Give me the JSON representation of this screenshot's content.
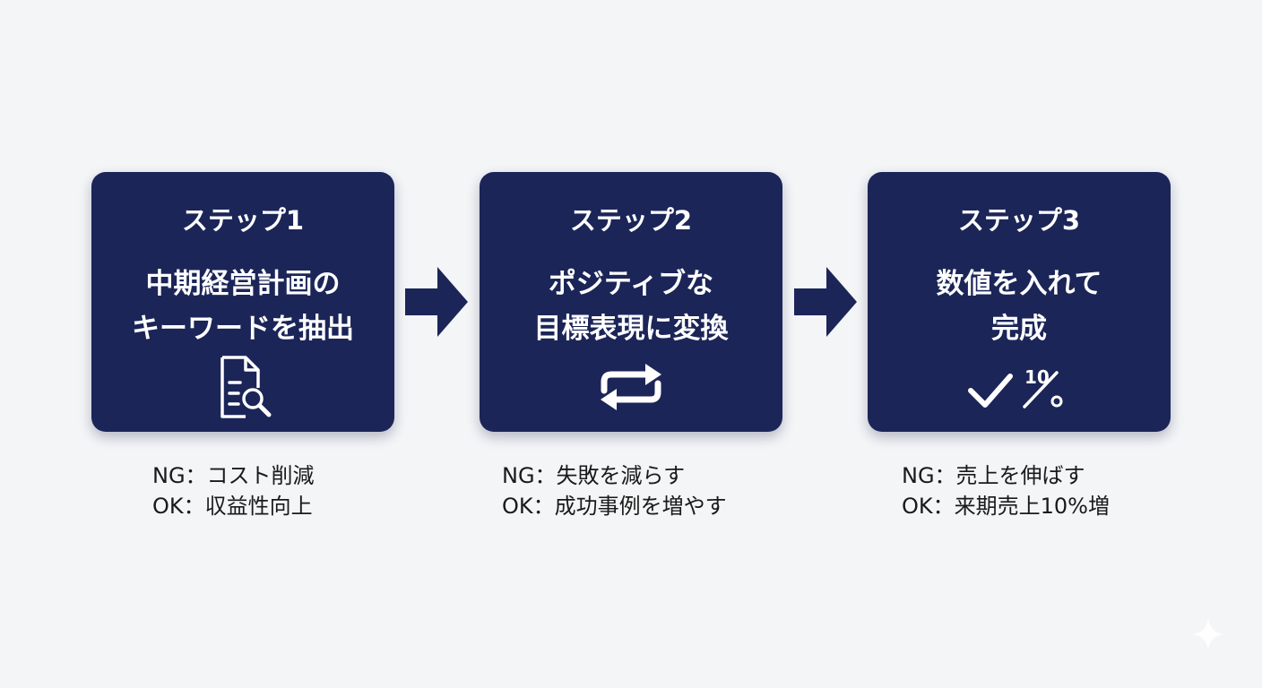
{
  "steps": [
    {
      "label": "ステップ1",
      "title_lines": [
        "中期経営計画の",
        "キーワードを抽出"
      ],
      "icon": "document-search-icon",
      "ng": "NG：コスト削減",
      "ok": "OK：収益性向上"
    },
    {
      "label": "ステップ2",
      "title_lines": [
        "ポジティブな",
        "目標表現に変換"
      ],
      "icon": "repeat-arrows-icon",
      "ng": "NG：失敗を減らす",
      "ok": "OK：成功事例を増やす"
    },
    {
      "label": "ステップ3",
      "title_lines": [
        "数値を入れて",
        "完成"
      ],
      "icon": "check-percent-icon",
      "icon_text": "10",
      "ng": "NG：売上を伸ばす",
      "ok": "OK：来期売上10%増"
    }
  ],
  "colors": {
    "card": "#1b2558",
    "arrow": "#1b2558",
    "background": "#f3f5f7",
    "text": "#1a1a1a"
  }
}
